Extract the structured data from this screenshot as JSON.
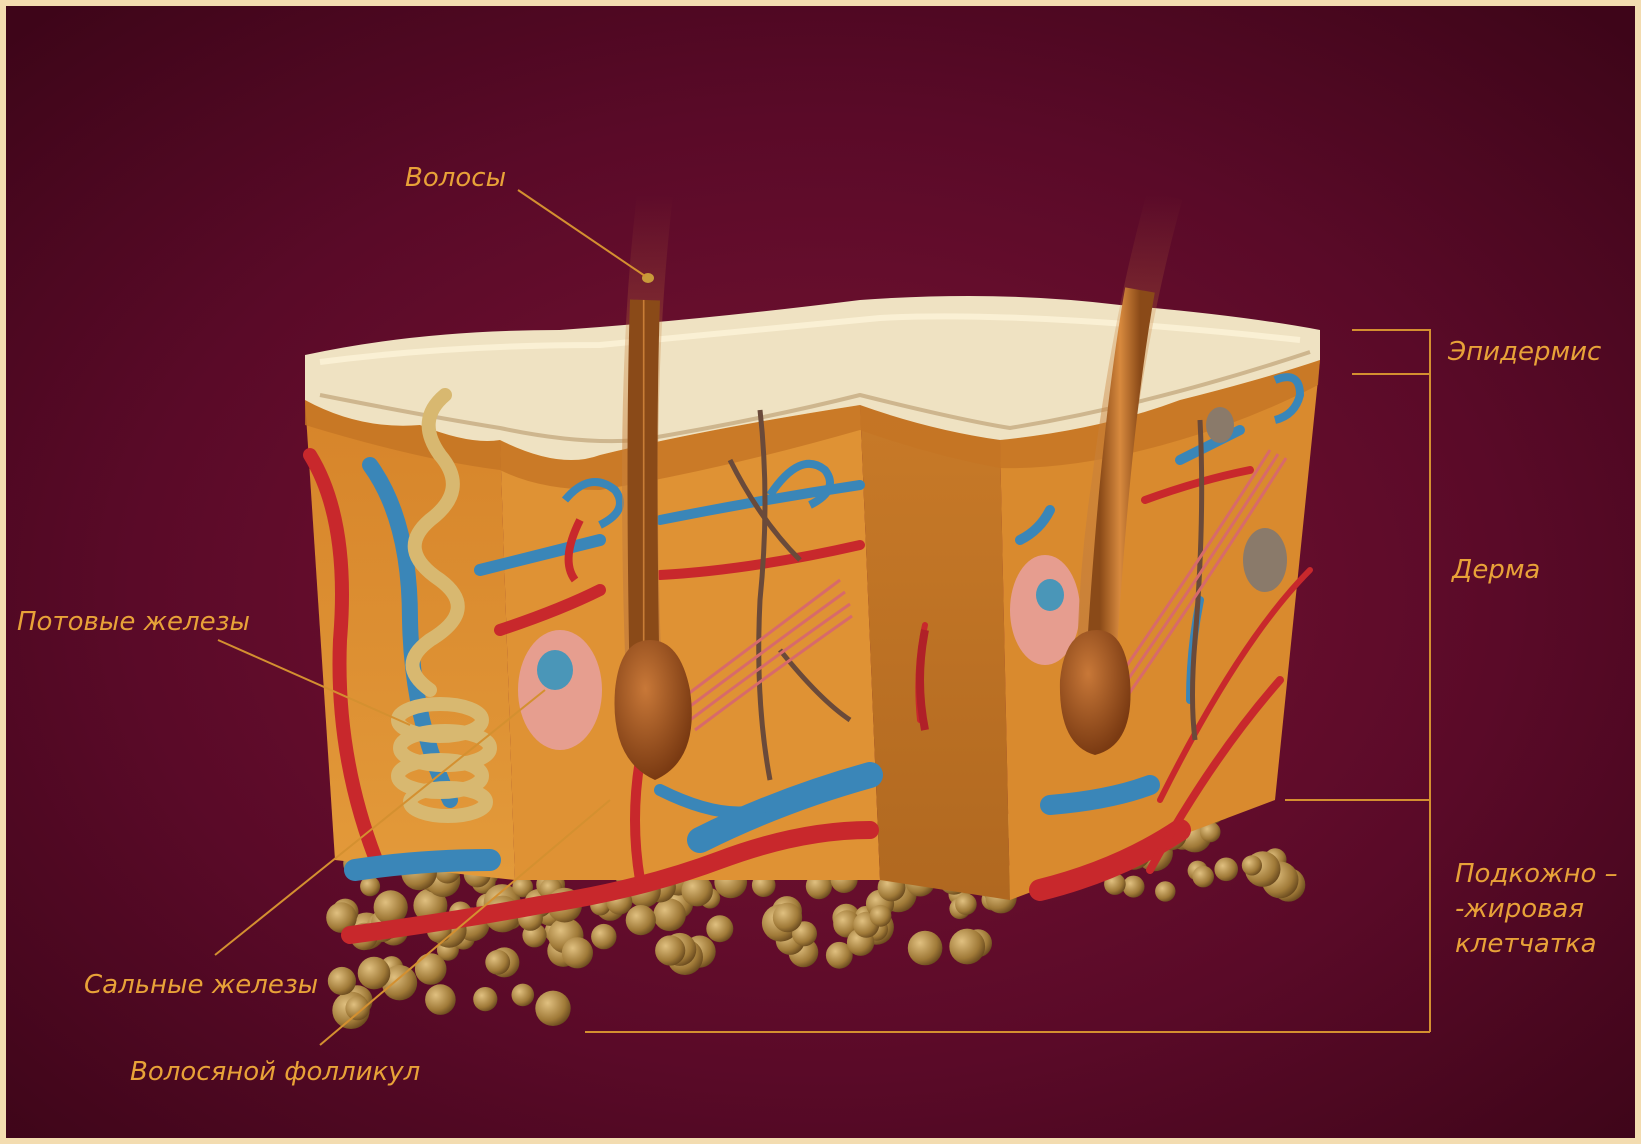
{
  "colors": {
    "background": "#5a0a28",
    "frame": "#f3dcb0",
    "label": "#e8a238",
    "leader": "#d49030",
    "epidermis": "#efe2c2",
    "dermis": "#d8892c",
    "fat": "#a67c3a",
    "artery": "#c8282c",
    "vein": "#3a86b8",
    "hair": "#b86a2a"
  },
  "labels": {
    "hair": "Волосы",
    "epidermis": "Эпидермис",
    "dermis": "Дерма",
    "subcutaneous_line1": "Подкожно –",
    "subcutaneous_line2": "-жировая",
    "subcutaneous_line3": "клетчатка",
    "sweat_glands": "Потовые железы",
    "sebaceous_glands": "Сальные железы",
    "hair_follicle": "Волосяной фолликул"
  }
}
